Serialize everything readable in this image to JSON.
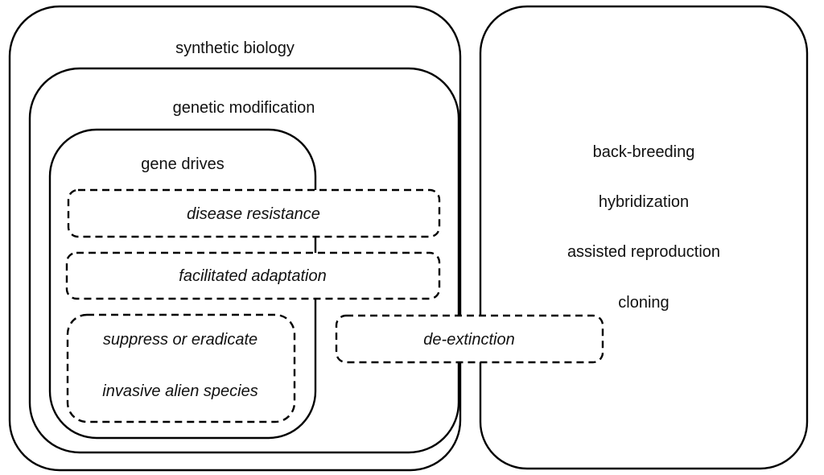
{
  "groups": {
    "synthetic_biology": "synthetic biology",
    "genetic_modification": "genetic modification",
    "gene_drives": "gene drives"
  },
  "applications": {
    "disease_resistance": "disease resistance",
    "facilitated_adaptation": "facilitated adaptation",
    "invasive_line1": "suppress or eradicate",
    "invasive_line2": "invasive alien species",
    "de_extinction": "de-extinction"
  },
  "other_techniques": {
    "back_breeding": "back-breeding",
    "hybridization": "hybridization",
    "assisted_reproduction": "assisted reproduction",
    "cloning": "cloning"
  }
}
